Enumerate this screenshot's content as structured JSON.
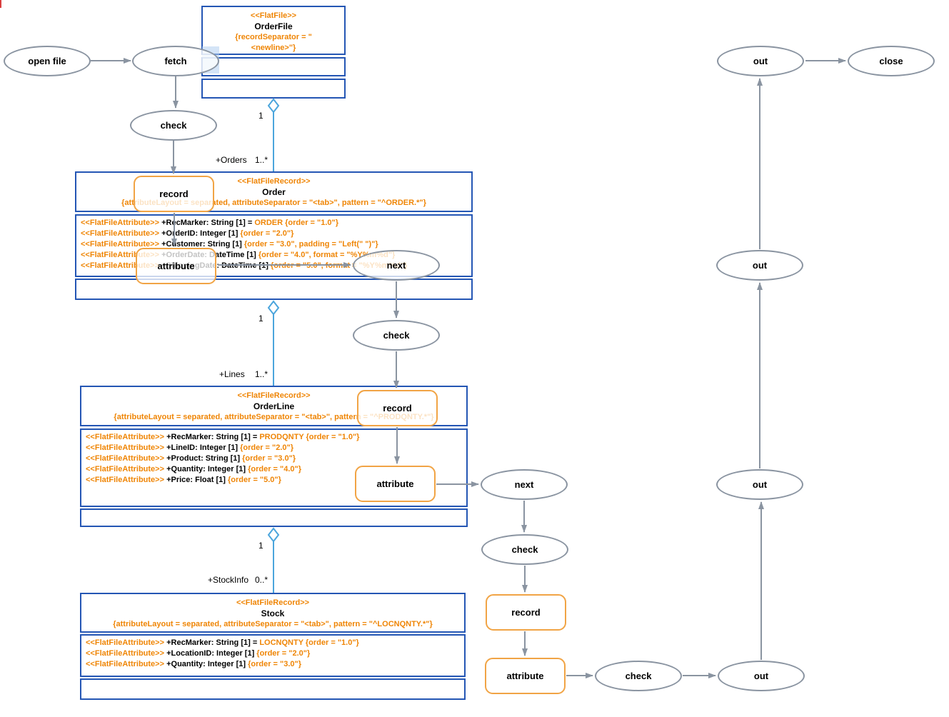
{
  "diagram_type": "uml-flatfile-mapping-with-activity-flow",
  "colors": {
    "class_border": "#2456b4",
    "stereotype_orange": "#ef8505",
    "activity_border": "#f1a445",
    "flow_gray": "#8a94a1",
    "association_blue": "#4ba5dc",
    "background": "#ffffff"
  },
  "classes": [
    {
      "stereotype": "<<FlatFile>>",
      "name": "OrderFile",
      "constraint": "{recordSeparator = \"<newline>\"}",
      "attributes": []
    },
    {
      "stereotype": "<<FlatFileRecord>>",
      "name": "Order",
      "constraint": "{attributeLayout = separated, attributeSeparator = \"<tab>\", pattern = \"^ORDER.*\"}",
      "attributes": [
        {
          "st": "<<FlatFileAttribute>>",
          "decl": " +RecMarker: String [1] = ",
          "spec": "ORDER {order = \"1.0\"}"
        },
        {
          "st": "<<FlatFileAttribute>>",
          "decl": " +OrderID: Integer [1] ",
          "spec": "{order = \"2.0\"}"
        },
        {
          "st": "<<FlatFileAttribute>>",
          "decl": " +Customer: String [1] ",
          "spec": "{order = \"3.0\", padding = \"Left(\" \")\"}"
        },
        {
          "st": "<<FlatFileAttribute>>",
          "decl": " +OrderDate: DateTime [1] ",
          "spec": "{order = \"4.0\", format = \"%Y%m%d\"}"
        },
        {
          "st": "<<FlatFileAttribute>>",
          "decl": " +ShippingDate: DateTime [1] ",
          "spec": "{order = \"5.0\", format = \"%Y%m%d\"}"
        }
      ]
    },
    {
      "stereotype": "<<FlatFileRecord>>",
      "name": "OrderLine",
      "constraint": "{attributeLayout = separated, attributeSeparator = \"<tab>\", pattern = \"^PRODQNTY.*\"}",
      "attributes": [
        {
          "st": "<<FlatFileAttribute>>",
          "decl": " +RecMarker: String [1] = ",
          "spec": "PRODQNTY {order = \"1.0\"}"
        },
        {
          "st": "<<FlatFileAttribute>>",
          "decl": " +LineID: Integer [1] ",
          "spec": "{order = \"2.0\"}"
        },
        {
          "st": "<<FlatFileAttribute>>",
          "decl": " +Product: String [1] ",
          "spec": "{order = \"3.0\"}"
        },
        {
          "st": "<<FlatFileAttribute>>",
          "decl": " +Quantity: Integer [1] ",
          "spec": "{order = \"4.0\"}"
        },
        {
          "st": "<<FlatFileAttribute>>",
          "decl": " +Price: Float [1] ",
          "spec": "{order = \"5.0\"}"
        }
      ]
    },
    {
      "stereotype": "<<FlatFileRecord>>",
      "name": "Stock",
      "constraint": "{attributeLayout = separated, attributeSeparator = \"<tab>\", pattern = \"^LOCNQNTY.*\"}",
      "attributes": [
        {
          "st": "<<FlatFileAttribute>>",
          "decl": " +RecMarker: String [1] = ",
          "spec": "LOCNQNTY {order = \"1.0\"}"
        },
        {
          "st": "<<FlatFileAttribute>>",
          "decl": " +LocationID: Integer [1] ",
          "spec": "{order = \"2.0\"}"
        },
        {
          "st": "<<FlatFileAttribute>>",
          "decl": " +Quantity: Integer [1] ",
          "spec": "{order = \"3.0\"}"
        }
      ]
    }
  ],
  "associations": [
    {
      "whole_mult": "1",
      "role": "+Orders",
      "part_mult": "1..*"
    },
    {
      "whole_mult": "1",
      "role": "+Lines",
      "part_mult": "1..*"
    },
    {
      "whole_mult": "1",
      "role": "+StockInfo",
      "part_mult": "0..*"
    }
  ],
  "flow": {
    "open_file": "open file",
    "fetch": "fetch",
    "check": "check",
    "record": "record",
    "attribute": "attribute",
    "next": "next",
    "out": "out",
    "close": "close"
  }
}
